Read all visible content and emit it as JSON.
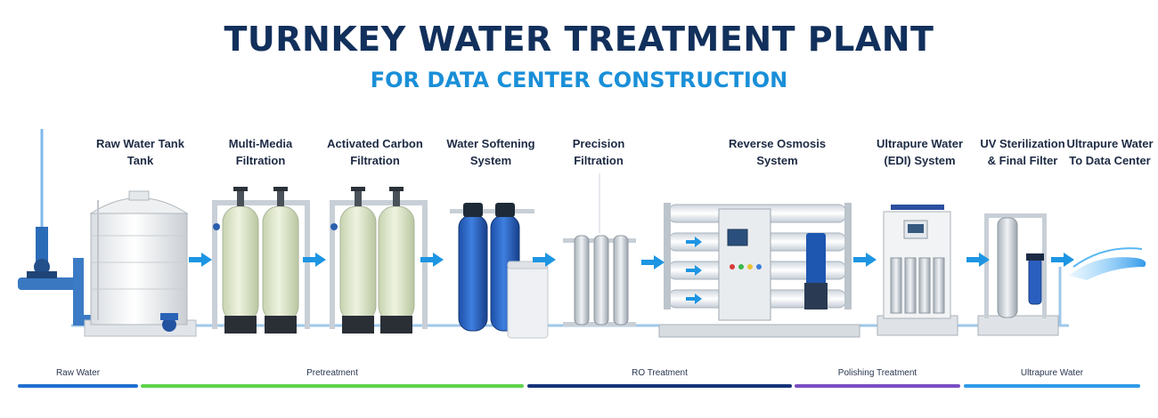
{
  "header": {
    "title": "TURNKEY WATER TREATMENT PLANT",
    "subtitle": "FOR DATA CENTER CONSTRUCTION"
  },
  "stages": [
    {
      "id": "raw-water-tank",
      "lines": [
        "Raw Water Tank",
        "Tank"
      ]
    },
    {
      "id": "multi-media-filtration",
      "lines": [
        "Multi-Media",
        "Filtration"
      ]
    },
    {
      "id": "activated-carbon-filtration",
      "lines": [
        "Activated Carbon",
        "Filtration"
      ]
    },
    {
      "id": "water-softening-system",
      "lines": [
        "Water Softening",
        "System"
      ]
    },
    {
      "id": "precision-filtration",
      "lines": [
        "Precision",
        "Filtration"
      ]
    },
    {
      "id": "reverse-osmosis-system",
      "lines": [
        "Reverse Osmosis",
        "System"
      ]
    },
    {
      "id": "ultrapure-water-edi-system",
      "lines": [
        "Ultrapure Water",
        "(EDI) System"
      ]
    },
    {
      "id": "uv-sterilization-final-filter",
      "lines": [
        "UV Sterilization",
        "& Final Filter"
      ]
    },
    {
      "id": "ultrapure-water-to-data-center",
      "lines": [
        "Ultrapure Water",
        "To Data Center"
      ]
    }
  ],
  "phases": [
    {
      "label": "Raw Water",
      "color": "#1f6fd0"
    },
    {
      "label": "Pretreatment",
      "color": "#5fd34a"
    },
    {
      "label": "RO Treatment",
      "color": "#16337a"
    },
    {
      "label": "Polishing Treatment",
      "color": "#7a4fc4"
    },
    {
      "label": "Ultrapure Water",
      "color": "#2f9be8"
    }
  ],
  "colors": {
    "title": "#12305c",
    "subtitle": "#1a8fd8",
    "flow_arrow": "#1d95e3",
    "pipe": "#bfc7cf"
  }
}
